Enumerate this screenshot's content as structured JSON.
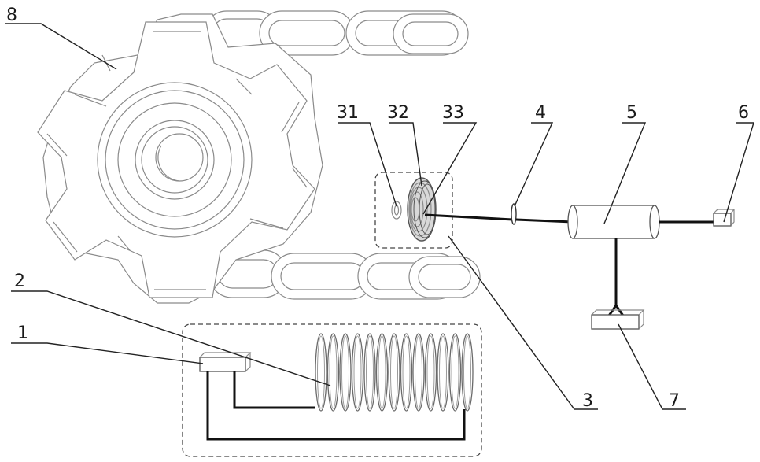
{
  "labels": {
    "l1": "1",
    "l2": "2",
    "l3": "3",
    "l31": "31",
    "l32": "32",
    "l33": "33",
    "l4": "4",
    "l5": "5",
    "l6": "6",
    "l7": "7",
    "l8": "8"
  },
  "colors": {
    "line": "#111111",
    "outline": "#8a8a8a",
    "background": "#ffffff"
  }
}
